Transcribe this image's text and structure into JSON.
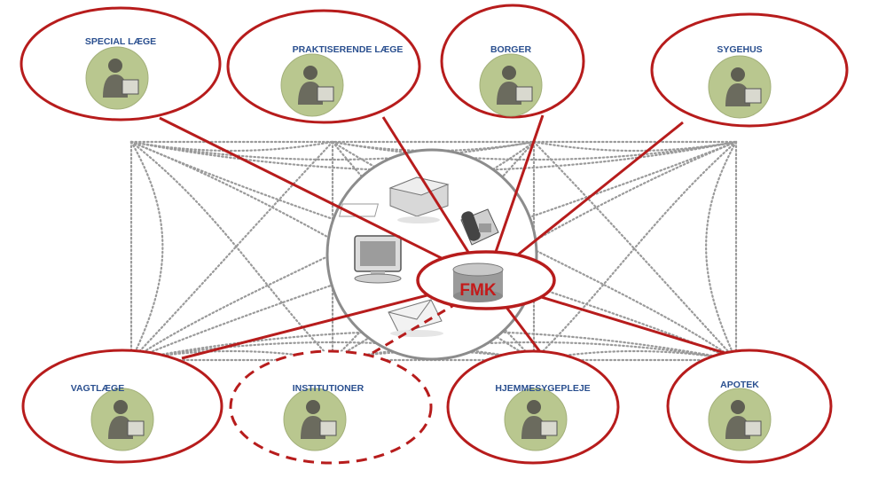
{
  "colors": {
    "accent_red": "#b71c1c",
    "label_blue": "#2a4f8f",
    "icon_green": "#b9c78f",
    "dotted_gray": "#9a9a9a",
    "hub_gray": "#8c8c8c"
  },
  "hub": {
    "label": "FMK"
  },
  "nodes": [
    {
      "key": "special-laege",
      "label": "SPECIAL LÆGE",
      "icon": "doctor-laptop-icon",
      "style": "solid"
    },
    {
      "key": "praktiserende-laege",
      "label": "PRAKTISERENDE LÆGE",
      "icon": "doctor-computer-icon",
      "style": "solid"
    },
    {
      "key": "borger",
      "label": "BORGER",
      "icon": "citizen-icon",
      "style": "solid"
    },
    {
      "key": "sygehus",
      "label": "SYGEHUS",
      "icon": "hospital-staff-icon",
      "style": "solid"
    },
    {
      "key": "vagtlaege",
      "label": "VAGTLÆGE",
      "icon": "on-call-doctor-icon",
      "style": "solid"
    },
    {
      "key": "institutioner",
      "label": "INSTITUTIONER",
      "icon": "institution-icon",
      "style": "dashed"
    },
    {
      "key": "hjemmesygepleje",
      "label": "HJEMMESYGEPLEJE",
      "icon": "home-nursing-icon",
      "style": "solid"
    },
    {
      "key": "apotek",
      "label": "APOTEK",
      "icon": "pharmacy-icon",
      "style": "solid"
    }
  ],
  "channels": [
    "printer-icon",
    "telephone-icon",
    "monitor-icon",
    "envelope-icon"
  ]
}
